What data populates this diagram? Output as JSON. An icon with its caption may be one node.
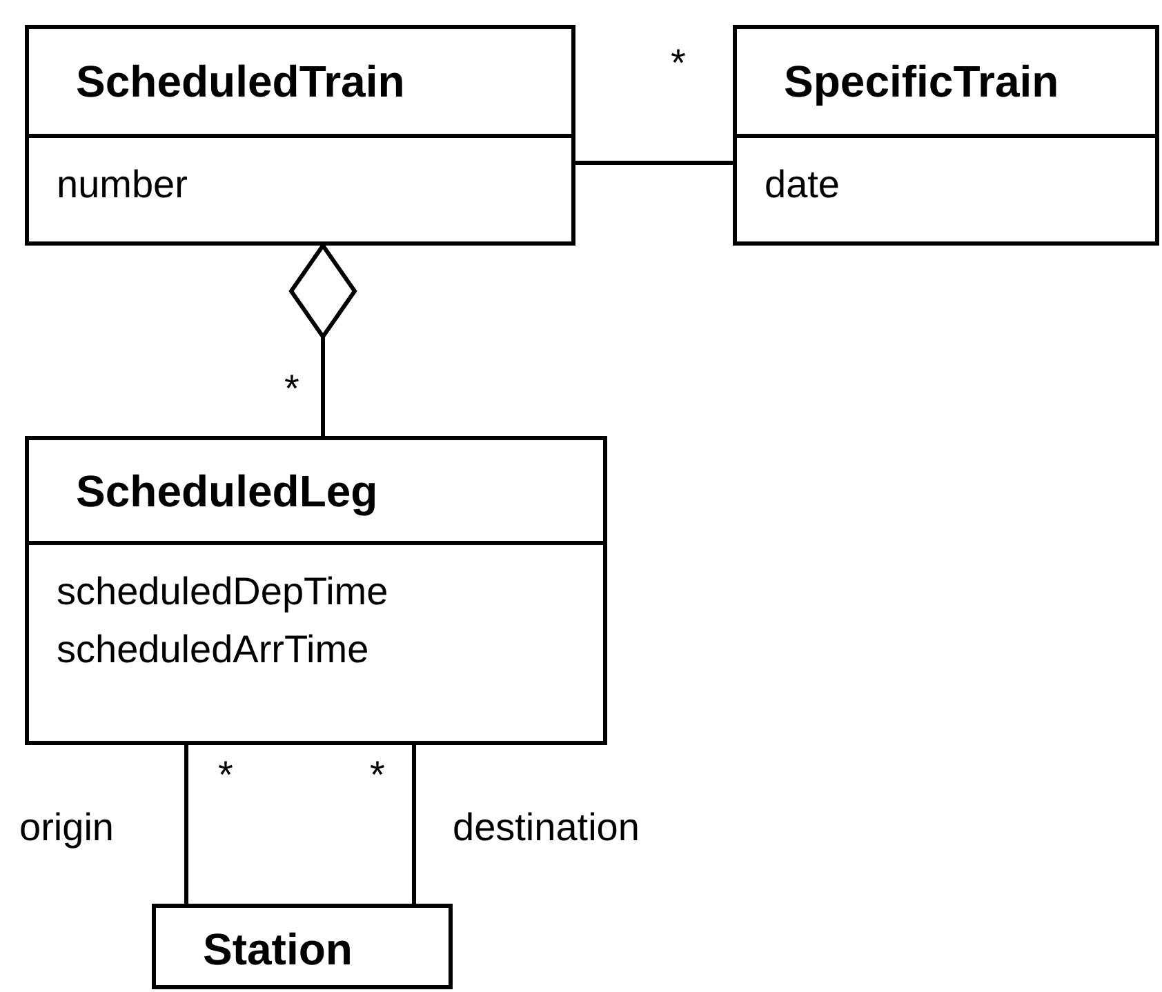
{
  "diagram": {
    "nodes": [
      {
        "text": [
          "ScheduledTrain",
          "number"
        ]
      },
      {
        "text": [
          "SpecificTrain",
          "date"
        ]
      },
      {
        "text": [
          "ScheduledLeg",
          "scheduledDepTime",
          "scheduledArrTime"
        ]
      },
      {
        "text": [
          "Station"
        ]
      }
    ],
    "edges": [
      {
        "from": 0,
        "to": 1,
        "arrow": "none"
      },
      {
        "from": 0,
        "to": 2,
        "arrow": "other"
      },
      {
        "from": 2,
        "to": 3,
        "arrow": "none",
        "label": "origin"
      },
      {
        "from": 2,
        "to": 3,
        "arrow": "none",
        "label": "destination"
      }
    ],
    "labels": [
      "*",
      "*",
      "*",
      "*"
    ]
  }
}
